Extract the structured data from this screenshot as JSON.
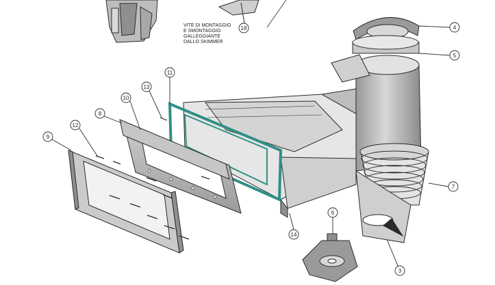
{
  "note": {
    "lines": [
      "VITE DI MONTAGGIO",
      "E SMONTAGGIO",
      "GALLEGGIANTE",
      "DALLO SKIMMER"
    ]
  },
  "callouts": [
    "3",
    "4",
    "5",
    "6",
    "7",
    "8",
    "9",
    "10",
    "11",
    "12",
    "13",
    "14",
    "18"
  ],
  "colors": {
    "line": "#2a2a2a",
    "metal_light": "#dadada",
    "metal_mid": "#bdbdbd",
    "metal_dark": "#8f8f8f",
    "gasket": "#2f8f86"
  }
}
